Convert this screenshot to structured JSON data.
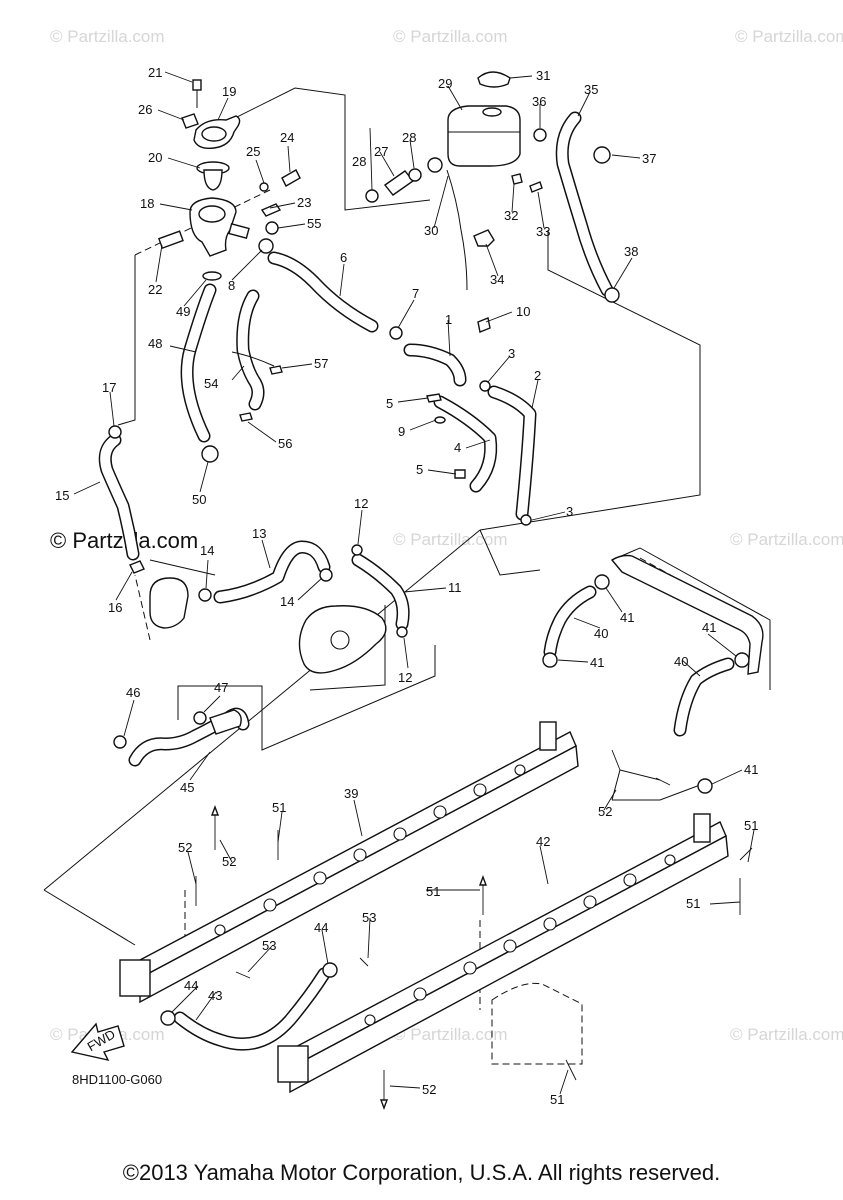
{
  "diagram_code": "8HD1100-G060",
  "copyright": "©2013 Yamaha Motor Corporation, U.S.A. All rights reserved.",
  "watermark": "© Partzilla.com",
  "fwd_label": "FWD",
  "callouts": {
    "c1": "1",
    "c2": "2",
    "c3a": "3",
    "c3b": "3",
    "c4": "4",
    "c5a": "5",
    "c5b": "5",
    "c6": "6",
    "c7": "7",
    "c8": "8",
    "c9": "9",
    "c10": "10",
    "c11": "11",
    "c12a": "12",
    "c12b": "12",
    "c13": "13",
    "c14a": "14",
    "c14b": "14",
    "c15": "15",
    "c16": "16",
    "c17": "17",
    "c18": "18",
    "c19": "19",
    "c20": "20",
    "c21": "21",
    "c22": "22",
    "c23": "23",
    "c24": "24",
    "c25": "25",
    "c26": "26",
    "c27": "27",
    "c28a": "28",
    "c28b": "28",
    "c29": "29",
    "c30": "30",
    "c31": "31",
    "c32": "32",
    "c33": "33",
    "c34": "34",
    "c35": "35",
    "c36": "36",
    "c37": "37",
    "c38": "38",
    "c39": "39",
    "c40a": "40",
    "c40b": "40",
    "c41a": "41",
    "c41b": "41",
    "c41c": "41",
    "c41d": "41",
    "c42": "42",
    "c43": "43",
    "c44a": "44",
    "c44b": "44",
    "c45": "45",
    "c46": "46",
    "c47": "47",
    "c48": "48",
    "c49": "49",
    "c50": "50",
    "c51a": "51",
    "c51b": "51",
    "c51c": "51",
    "c51d": "51",
    "c51e": "51",
    "c52a": "52",
    "c52b": "52",
    "c52c": "52",
    "c52d": "52",
    "c53a": "53",
    "c53b": "53",
    "c54": "54",
    "c55": "55",
    "c56": "56",
    "c57": "57"
  }
}
